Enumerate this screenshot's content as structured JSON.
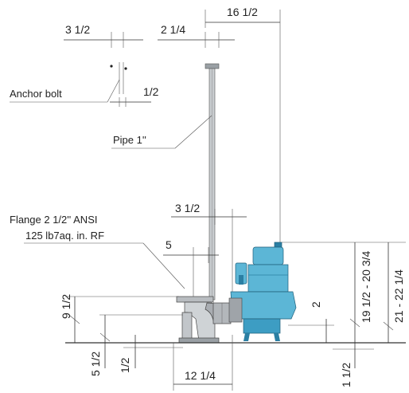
{
  "dimensions": {
    "top_left": "3 1/2",
    "top_mid": "2 1/4",
    "top_right": "16 1/2",
    "anchor_small": "1/2",
    "mid_guide": "3 1/2",
    "flange_offset": "5",
    "base_height_left": "9 1/2",
    "base_depth_left": "5 1/2",
    "base_small_left": "1/2",
    "bottom_width": "12 1/4",
    "pump_clear": "2",
    "pump_floor": "1 1/2",
    "pump_height_range": "19 1/2 - 20 3/4",
    "total_height_range": "21 - 22 1/4"
  },
  "labels": {
    "anchor_bolt": "Anchor bolt",
    "pipe": "Pipe 1''",
    "flange_line1": "Flange 2 1/2'' ANSI",
    "flange_line2": "125 lb7aq. in. RF"
  },
  "colors": {
    "pump_blue": "#5cb6d6",
    "pump_dark": "#2b7fa3",
    "steel": "#b8bcc0",
    "line": "#333333"
  }
}
